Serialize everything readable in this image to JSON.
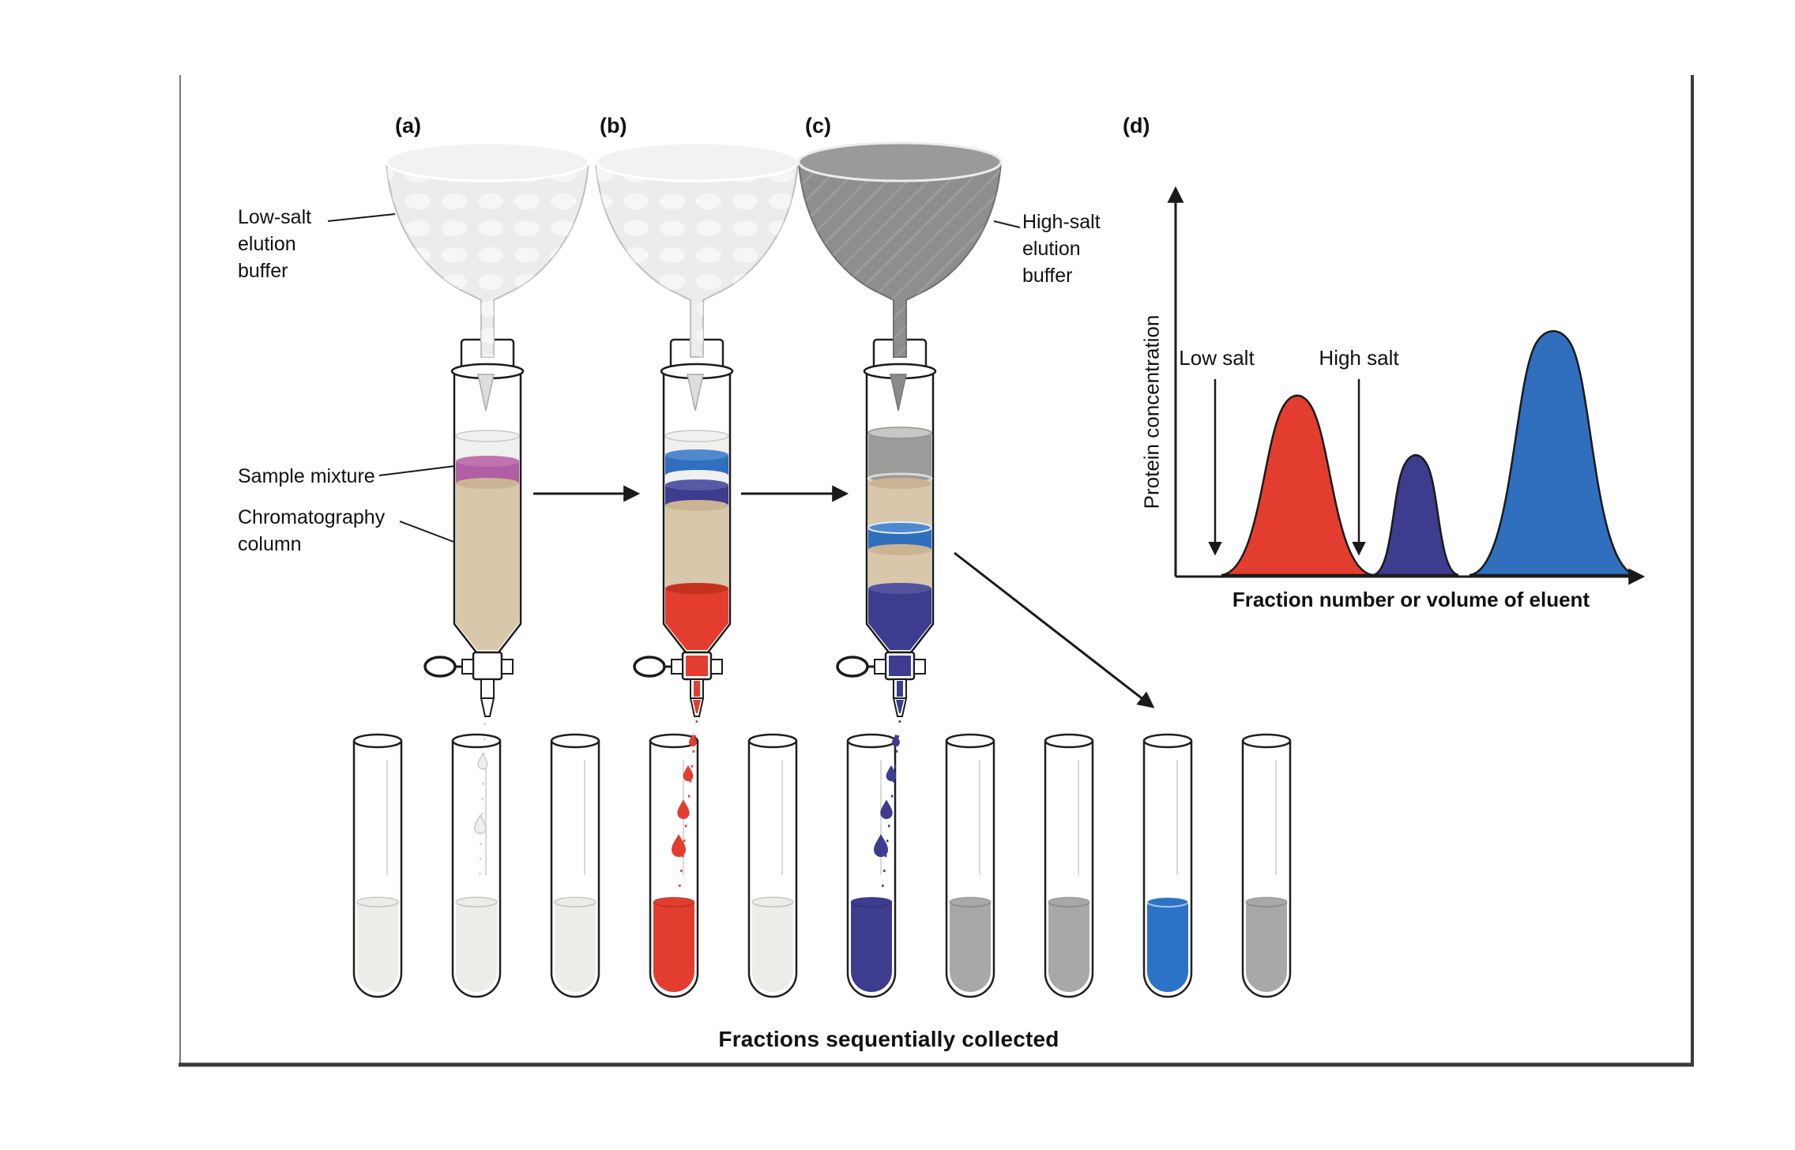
{
  "panel_labels": {
    "a": "(a)",
    "b": "(b)",
    "c": "(c)",
    "d": "(d)"
  },
  "annotations": {
    "low_salt_buffer": "Low-salt\nelution\nbuffer",
    "sample_mixture": "Sample mixture",
    "chromatography_column": "Chromatography\ncolumn",
    "high_salt_buffer": "High-salt\nelution\nbuffer"
  },
  "caption": "Fractions sequentially collected",
  "colors": {
    "red_protein": "#e23d2e",
    "navy_protein": "#3d3c8e",
    "blue_protein": "#2f6fbe",
    "sample_mixture": "#b05fa4",
    "resin": "#d9c7ab",
    "high_salt_buffer": "#9b9b99",
    "low_salt_buffer": "#f0f0ee"
  },
  "chart_data": {
    "type": "area",
    "ylabel": "Protein concentration",
    "xlabel": "Fraction number or volume of eluent",
    "annotations": [
      "Low salt",
      "High salt"
    ],
    "axis_ticks": "none",
    "series": [
      {
        "name": "first eluted protein peak",
        "color": "#e23d2e",
        "relative_position": 0.26,
        "relative_peak_height": 0.47
      },
      {
        "name": "second eluted protein peak",
        "color": "#3d3c8e",
        "relative_position": 0.51,
        "relative_peak_height": 0.32
      },
      {
        "name": "third eluted protein peak",
        "color": "#2f6fbe",
        "relative_position": 0.8,
        "relative_peak_height": 0.64
      }
    ]
  },
  "tubes": [
    "#edece8",
    "#edece8",
    "#edece8",
    "#e23d2e",
    "#edece8",
    "#3d3c8e",
    "#a8a8a6",
    "#a8a8a6",
    "#2b72c8",
    "#a8a8a6"
  ]
}
